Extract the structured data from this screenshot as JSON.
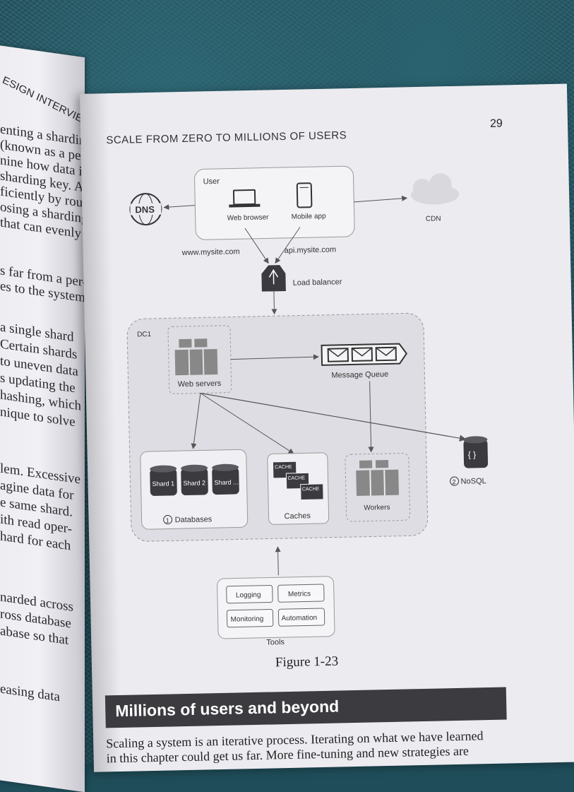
{
  "left_page": {
    "header": "ESIGN INTERVIEW",
    "lines": [
      "enting a sharding",
      "(known as a per-",
      "nine how data is",
      "sharding key. A",
      "ficiently by rou-",
      "osing a sharding",
      "that can evenly",
      "s far from a per-",
      "es to the system.",
      "a single shard",
      "Certain shards",
      "to uneven data",
      "s updating the",
      "hashing, which",
      "nique to solve",
      "lem. Excessive",
      "agine data for",
      "e same shard.",
      "ith read oper-",
      "hard for each",
      "narded across",
      "ross database",
      "abase so that",
      "easing data"
    ]
  },
  "page": {
    "header": "SCALE FROM ZERO TO MILLIONS OF USERS",
    "number": "29",
    "caption": "Figure 1-23",
    "section_title": "Millions of users and beyond",
    "body_line_1": "Scaling a system is an iterative process. Iterating on what we have learned",
    "body_line_2": "in this chapter could get us far. More fine-tuning and new strategies are"
  },
  "diagram": {
    "user_label": "User",
    "web_browser": "Web browser",
    "mobile_app": "Mobile app",
    "dns": "DNS",
    "cdn": "CDN",
    "www_domain": "www.mysite.com",
    "api_domain": "api.mysite.com",
    "load_balancer": "Load balancer",
    "dc_label": "DC1",
    "web_servers": "Web servers",
    "message_queue": "Message Queue",
    "shard_1": "Shard 1",
    "shard_2": "Shard 2",
    "shard_3": "Shard ...",
    "databases": "Databases",
    "databases_num": "1",
    "cache": "CACHE",
    "caches": "Caches",
    "workers": "Workers",
    "nosql": "NoSQL",
    "nosql_num": "2",
    "nosql_icon": "{ }",
    "logging": "Logging",
    "metrics": "Metrics",
    "monitoring": "Monitoring",
    "automation": "Automation",
    "tools": "Tools"
  }
}
